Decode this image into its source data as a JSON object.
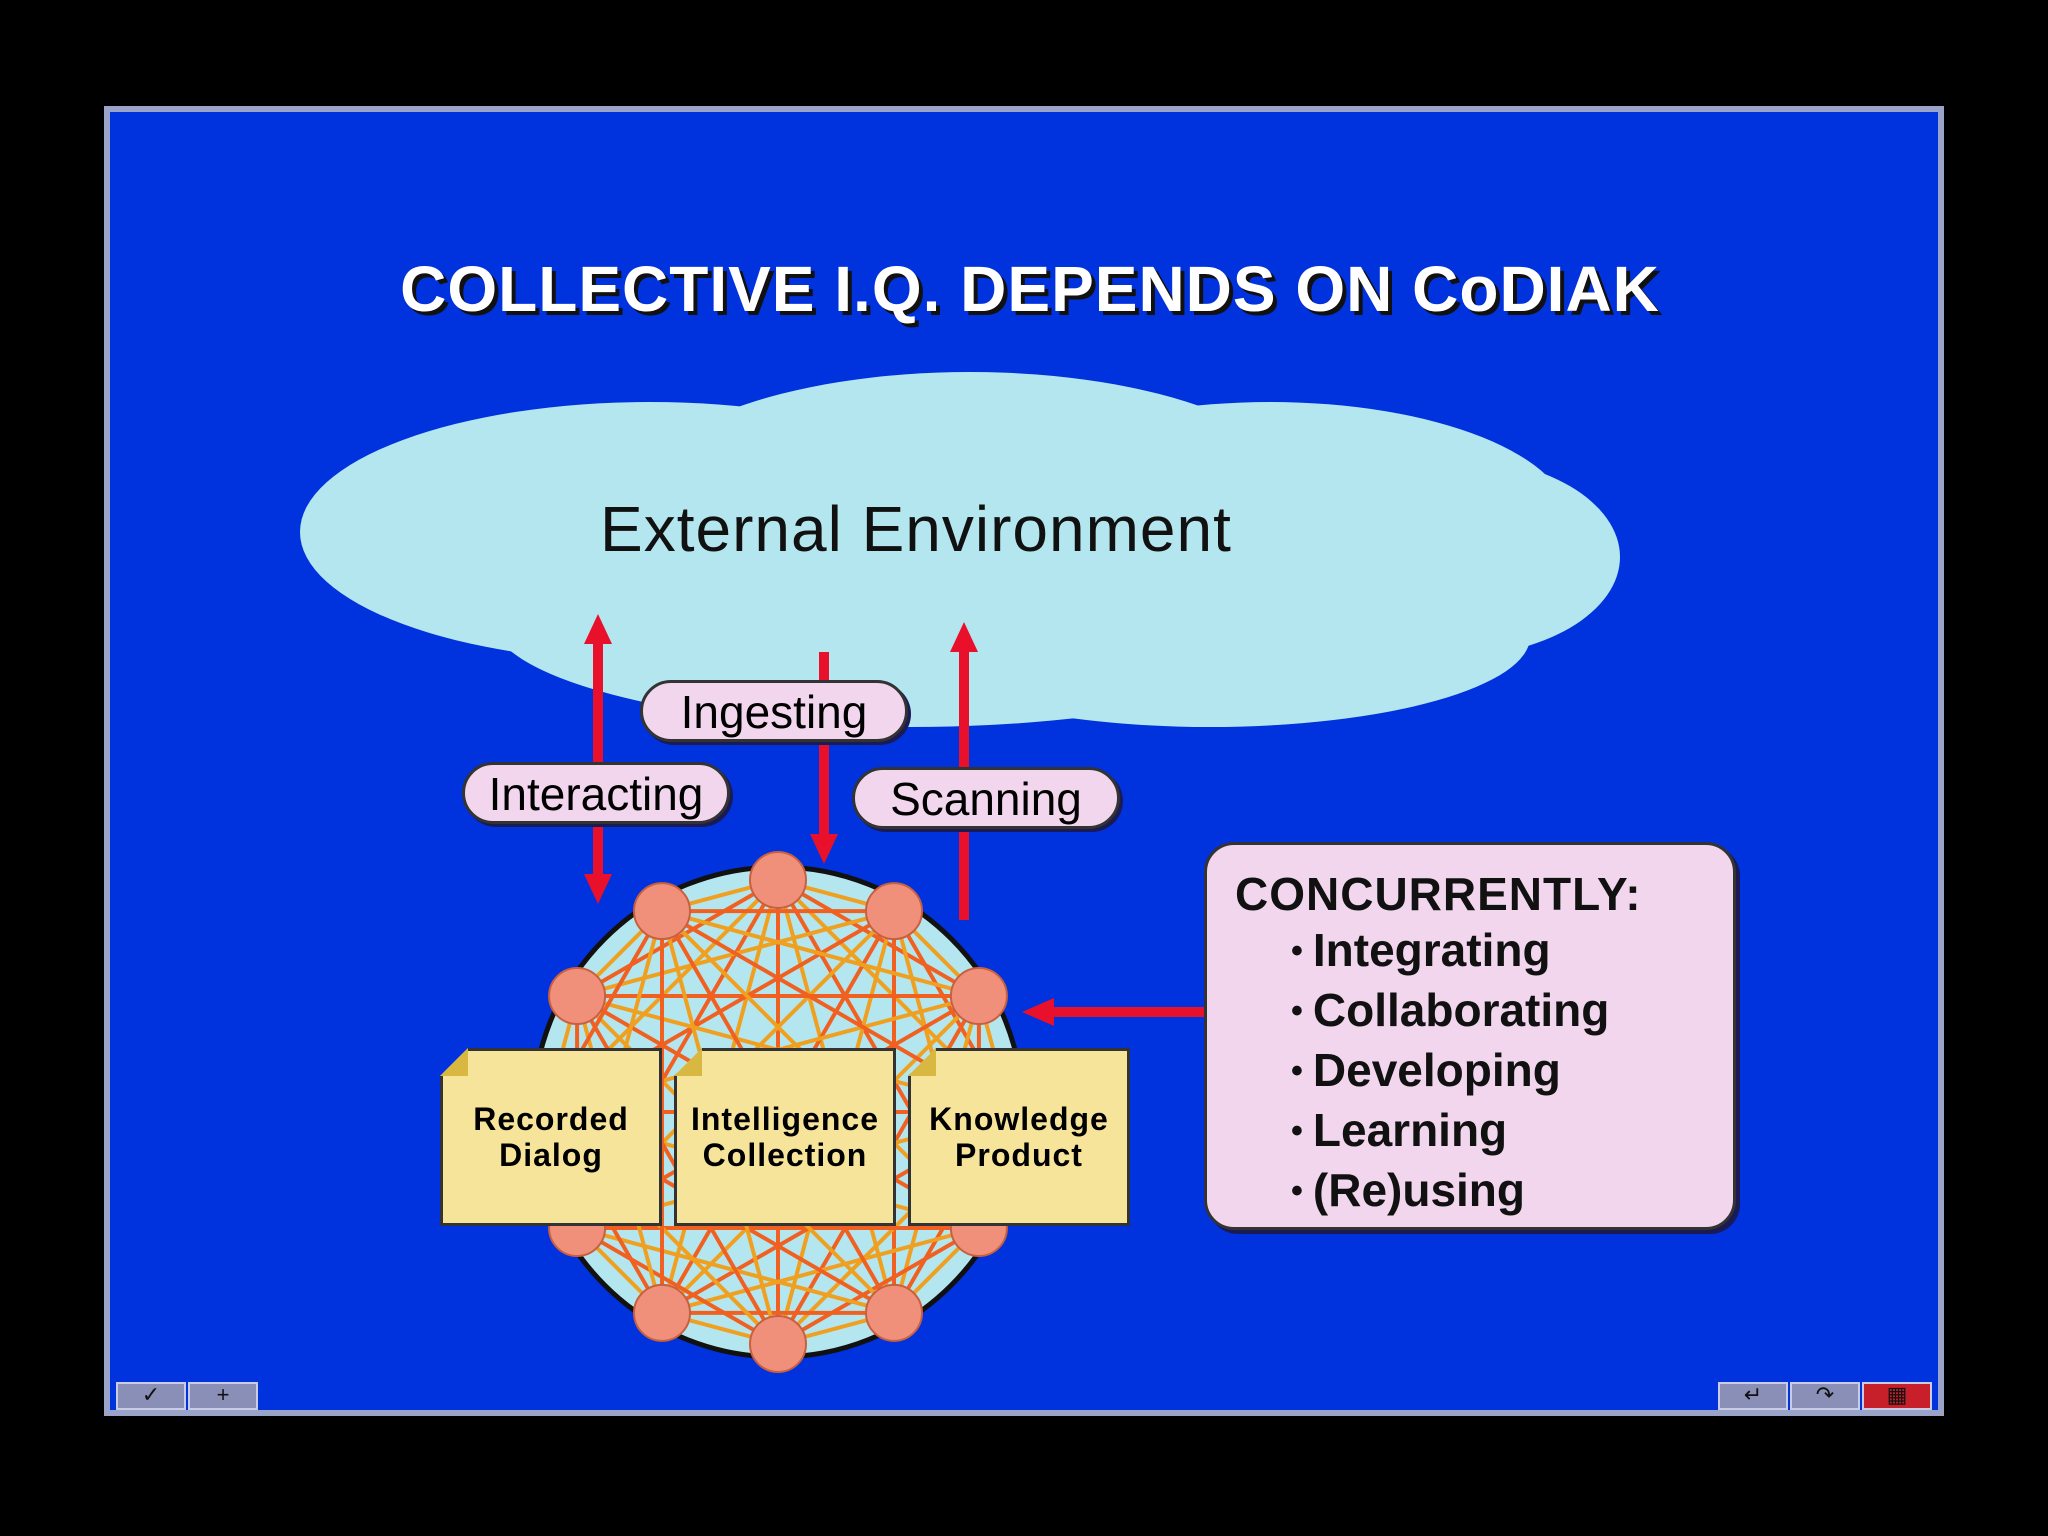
{
  "slide": {
    "title": "COLLECTIVE I.Q. DEPENDS ON CoDIAK"
  },
  "cloud": {
    "label": "External Environment",
    "color": "#b4e6ef"
  },
  "process_labels": {
    "ingesting": "Ingesting",
    "interacting": "Interacting",
    "scanning": "Scanning"
  },
  "documents": [
    {
      "label": "Recorded\nDialog"
    },
    {
      "label": "Intelligence\nCollection"
    },
    {
      "label": "Knowledge\nProduct"
    }
  ],
  "concurrently": {
    "title": "CONCURRENTLY:",
    "items": [
      "Integrating",
      "Collaborating",
      "Developing",
      "Learning",
      "(Re)using"
    ]
  },
  "colors": {
    "background": "#0033dd",
    "arrow": "#e8102a",
    "node": "#f0907a",
    "network_line": "#f0a020",
    "pill": "#f1d6ee",
    "note": "#f6e49a"
  },
  "nav": {
    "left_icons": [
      "check-icon",
      "plus-icon"
    ],
    "right_icons": [
      "return-icon",
      "forward-icon",
      "calendar-icon"
    ]
  }
}
